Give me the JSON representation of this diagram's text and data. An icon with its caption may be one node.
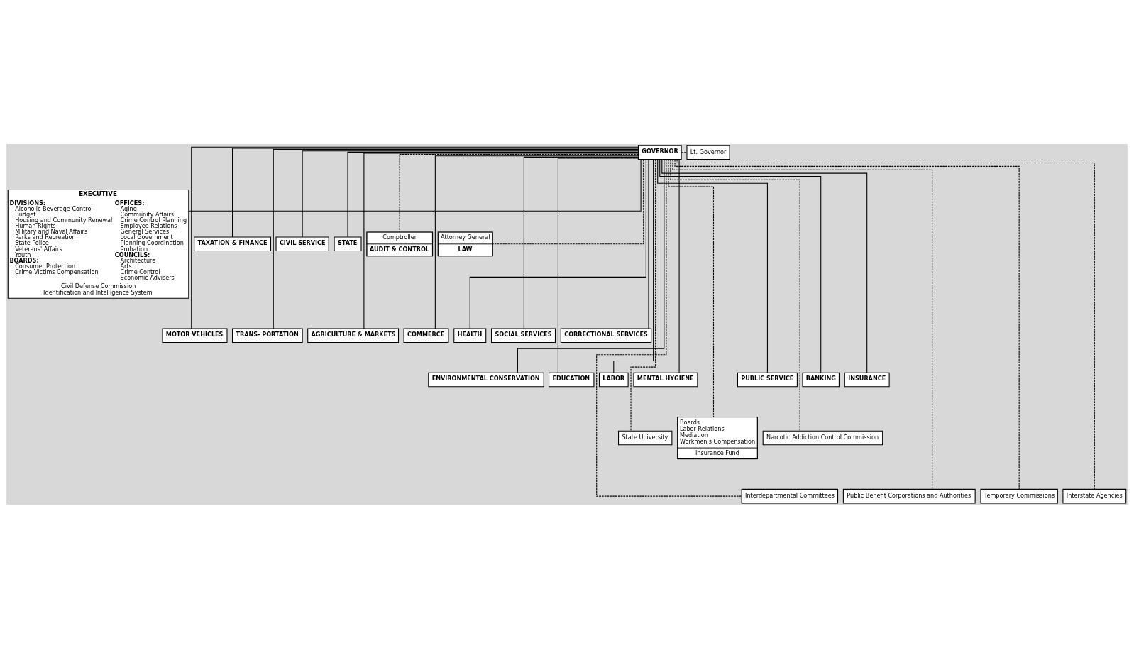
{
  "diagram": {
    "nodes": [
      {
        "text": [
          "GOVERNOR"
        ]
      },
      {
        "text": [
          "Lt. Governor"
        ]
      },
      {
        "text": [
          "EXECUTIVE",
          "DIVISIONS:",
          "Alcoholic Beverage Control",
          "Budget",
          "Housing and Community Renewal",
          "Human Rights",
          "Military and Naval Affairs",
          "Parks and Recreation",
          "State Police",
          "Veterans' Affairs",
          "Youth",
          "BOARDS:",
          "Consumer Protection",
          "Crime Victims Compensation",
          "OFFICES:",
          "Aging",
          "Community Affairs",
          "Crime Control Planning",
          "Employee Relations",
          "General Services",
          "Local Government",
          "Planning Coordination",
          "Probation",
          "COUNCILS:",
          "Architecture",
          "Arts",
          "Crime Control",
          "Economic Advisers",
          "Civil Defense Commission",
          "Identification and Intelligence System"
        ]
      },
      {
        "text": [
          "TAXATION & FINANCE"
        ]
      },
      {
        "text": [
          "CIVIL SERVICE"
        ]
      },
      {
        "text": [
          "STATE"
        ]
      },
      {
        "text": [
          "Comptroller",
          "AUDIT & CONTROL"
        ]
      },
      {
        "text": [
          "Attorney General",
          "LAW"
        ]
      },
      {
        "text": [
          "MOTOR VEHICLES"
        ]
      },
      {
        "text": [
          "TRANS- PORTATION"
        ]
      },
      {
        "text": [
          "AGRICULTURE & MARKETS"
        ]
      },
      {
        "text": [
          "COMMERCE"
        ]
      },
      {
        "text": [
          "HEALTH"
        ]
      },
      {
        "text": [
          "SOCIAL SERVICES"
        ]
      },
      {
        "text": [
          "CORRECTIONAL SERVICES"
        ]
      },
      {
        "text": [
          "ENVIRONMENTAL CONSERVATION"
        ]
      },
      {
        "text": [
          "EDUCATION"
        ]
      },
      {
        "text": [
          "LABOR"
        ]
      },
      {
        "text": [
          "MENTAL HYGIENE"
        ]
      },
      {
        "text": [
          "State University"
        ]
      },
      {
        "text": [
          "Boards",
          "Labor Relations",
          "Mediation",
          "Workmen's Compensation",
          "Insurance Fund"
        ]
      },
      {
        "text": [
          "Narcotic Addiction Control Commission"
        ]
      },
      {
        "text": [
          "PUBLIC SERVICE"
        ]
      },
      {
        "text": [
          "BANKING"
        ]
      },
      {
        "text": [
          "INSURANCE"
        ]
      },
      {
        "text": [
          "Interdepartmental Committees"
        ]
      },
      {
        "text": [
          "Public Benefit Corporations and Authorities"
        ]
      },
      {
        "text": [
          "Temporary Commissions"
        ]
      },
      {
        "text": [
          "Interstate Agencies"
        ]
      }
    ],
    "edges": [
      {
        "from": 0,
        "to": 1,
        "arrow": "none",
        "style": "dashed"
      },
      {
        "from": 0,
        "to": 2,
        "arrow": "none"
      },
      {
        "from": 0,
        "to": 3,
        "arrow": "none"
      },
      {
        "from": 0,
        "to": 4,
        "arrow": "none"
      },
      {
        "from": 0,
        "to": 5,
        "arrow": "none"
      },
      {
        "from": 0,
        "to": 6,
        "arrow": "none",
        "style": "dashed"
      },
      {
        "from": 0,
        "to": 7,
        "arrow": "none",
        "style": "dashed"
      },
      {
        "from": 0,
        "to": 8,
        "arrow": "none"
      },
      {
        "from": 0,
        "to": 9,
        "arrow": "none"
      },
      {
        "from": 0,
        "to": 10,
        "arrow": "none"
      },
      {
        "from": 0,
        "to": 11,
        "arrow": "none"
      },
      {
        "from": 0,
        "to": 12,
        "arrow": "none"
      },
      {
        "from": 0,
        "to": 13,
        "arrow": "none"
      },
      {
        "from": 0,
        "to": 14,
        "arrow": "none"
      },
      {
        "from": 0,
        "to": 15,
        "arrow": "none"
      },
      {
        "from": 0,
        "to": 16,
        "arrow": "none"
      },
      {
        "from": 0,
        "to": 17,
        "arrow": "none"
      },
      {
        "from": 0,
        "to": 18,
        "arrow": "none"
      },
      {
        "from": 0,
        "to": 19,
        "arrow": "none",
        "style": "dashed"
      },
      {
        "from": 0,
        "to": 20,
        "arrow": "none",
        "style": "dashed"
      },
      {
        "from": 0,
        "to": 21,
        "arrow": "none",
        "style": "dashed"
      },
      {
        "from": 0,
        "to": 22,
        "arrow": "none"
      },
      {
        "from": 0,
        "to": 23,
        "arrow": "none"
      },
      {
        "from": 0,
        "to": 24,
        "arrow": "none"
      },
      {
        "from": 0,
        "to": 25,
        "arrow": "none",
        "style": "dashed"
      },
      {
        "from": 0,
        "to": 26,
        "arrow": "none",
        "style": "dashed"
      },
      {
        "from": 0,
        "to": 27,
        "arrow": "none",
        "style": "dashed"
      },
      {
        "from": 0,
        "to": 28,
        "arrow": "none",
        "style": "dashed"
      }
    ]
  }
}
